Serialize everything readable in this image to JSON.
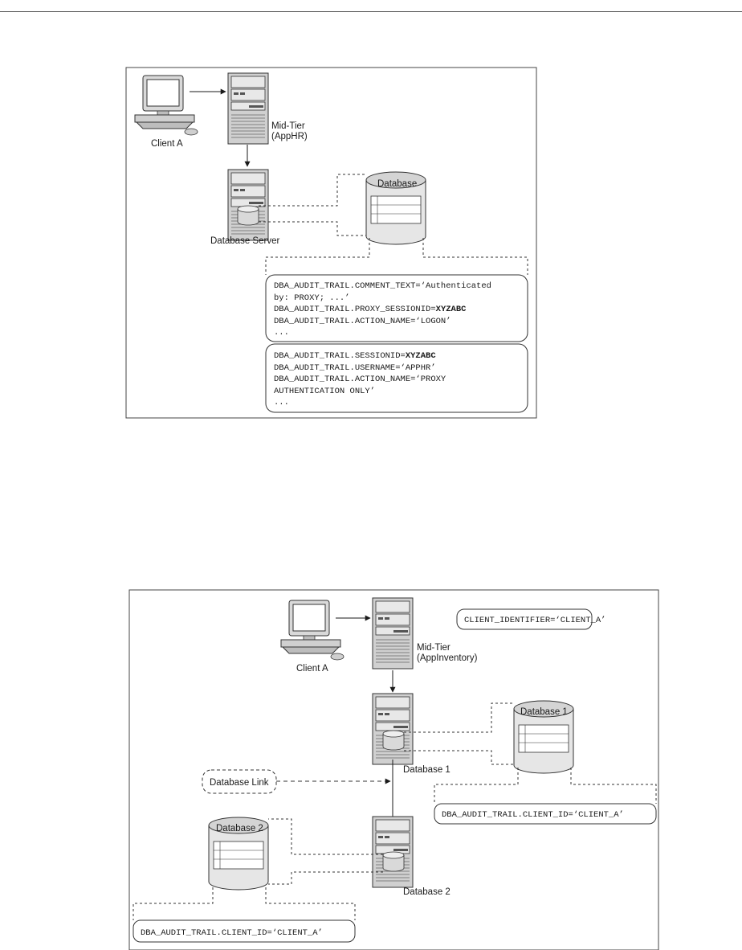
{
  "figure1": {
    "client_label": "Client A",
    "midtier_label_1": "Mid-Tier",
    "midtier_label_2": "(AppHR)",
    "db_server_label": "Database Server",
    "db_label": "Database",
    "box1_lines": [
      "DBA_AUDIT_TRAIL.COMMENT_TEXT=‘Authenticated",
      "by: PROXY; ...’",
      "DBA_AUDIT_TRAIL.PROXY_SESSIONID=",
      "DBA_AUDIT_TRAIL.ACTION_NAME=‘LOGON’",
      "..."
    ],
    "box1_bold": "XYZABC",
    "box2_lines": [
      "DBA_AUDIT_TRAIL.SESSIONID=",
      "DBA_AUDIT_TRAIL.USERNAME=‘APPHR’",
      "DBA_AUDIT_TRAIL.ACTION_NAME=‘PROXY",
      "AUTHENTICATION ONLY’",
      "..."
    ],
    "box2_bold": "XYZABC"
  },
  "figure2": {
    "client_label": "Client A",
    "midtier_label_1": "Mid-Tier",
    "midtier_label_2": "(AppInventory)",
    "client_identifier": "CLIENT_IDENTIFIER=‘CLIENT_A’",
    "db1_label": "Database 1",
    "db1_server_label": "Database 1",
    "db_link_label": "Database Link",
    "db1_audit": "DBA_AUDIT_TRAIL.CLIENT_ID=‘CLIENT_A’",
    "db2_label": "Database 2",
    "db2_server_label": "Database 2",
    "db2_audit": "DBA_AUDIT_TRAIL.CLIENT_ID=‘CLIENT_A’"
  }
}
